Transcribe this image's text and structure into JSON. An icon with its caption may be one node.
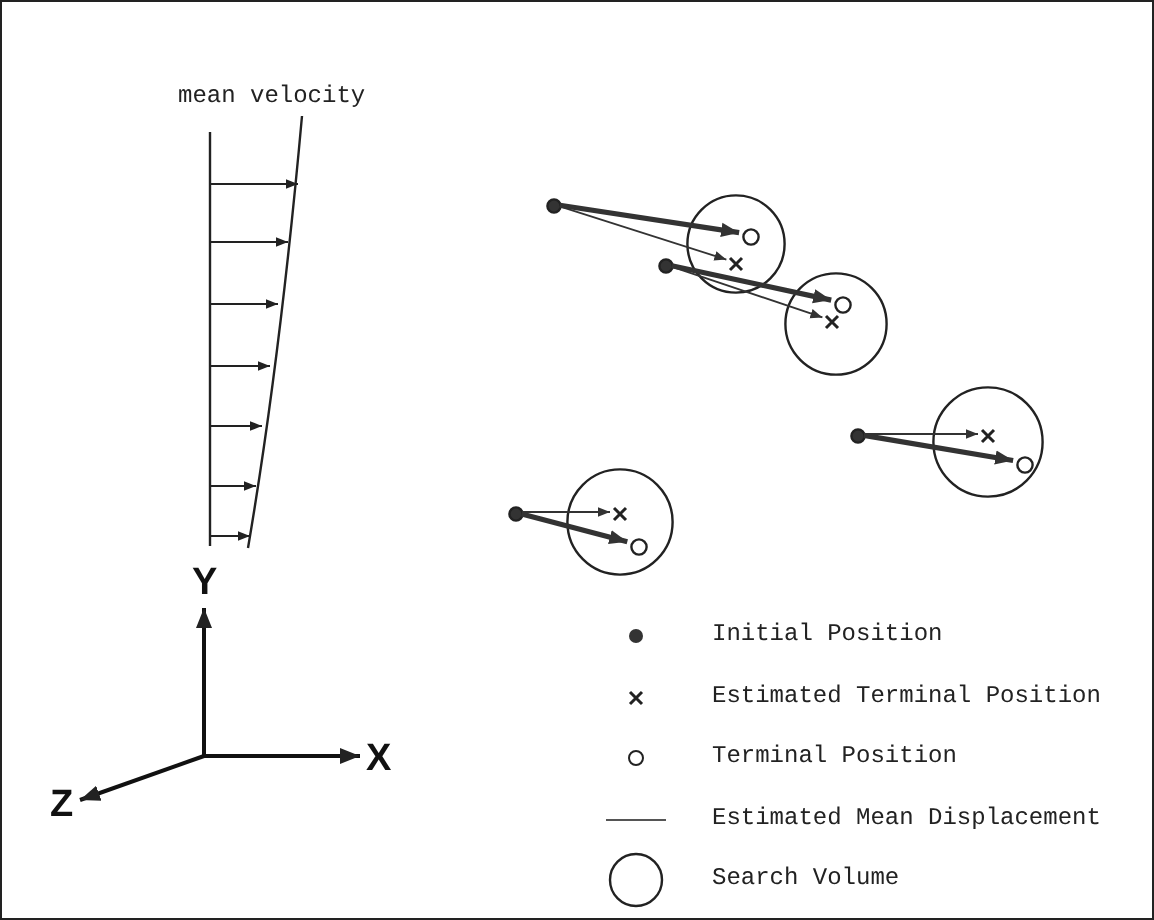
{
  "diagram": {
    "nodes": [
      {
        "text": [],
        "shape": "circle"
      },
      {
        "text": [],
        "shape": "circle"
      },
      {
        "text": [],
        "shape": "cross",
        "in": 1
      },
      {
        "text": [],
        "shape": "circle",
        "in": 1
      },
      {
        "text": [],
        "shape": "circle"
      },
      {
        "text": [],
        "shape": "circle"
      },
      {
        "text": [],
        "shape": "cross",
        "in": 5
      },
      {
        "text": [],
        "shape": "circle",
        "in": 5
      },
      {
        "text": [],
        "shape": "circle"
      },
      {
        "text": [],
        "shape": "circle"
      },
      {
        "text": [],
        "shape": "cross",
        "in": 9
      },
      {
        "text": [],
        "shape": "circle",
        "in": 9
      },
      {
        "text": [],
        "shape": "circle"
      },
      {
        "text": [],
        "shape": "circle"
      },
      {
        "text": [],
        "shape": "cross",
        "in": 13
      },
      {
        "text": [],
        "shape": "circle",
        "in": 13
      }
    ],
    "edges": [
      {
        "from": 0,
        "to": 2,
        "arrow": "to"
      },
      {
        "from": 0,
        "to": 3,
        "arrow": "to",
        "style": "thick"
      },
      {
        "from": 4,
        "to": 6,
        "arrow": "to"
      },
      {
        "from": 4,
        "to": 7,
        "arrow": "to",
        "style": "thick"
      },
      {
        "from": 8,
        "to": 10,
        "arrow": "to"
      },
      {
        "from": 8,
        "to": 11,
        "arrow": "to",
        "style": "thick"
      },
      {
        "from": 12,
        "to": 14,
        "arrow": "to"
      },
      {
        "from": 12,
        "to": 15,
        "arrow": "to",
        "style": "thick"
      }
    ],
    "labels": [
      "mean velocity",
      "Y",
      "X",
      "Z"
    ],
    "legend": [
      {
        "text": "Initial Position"
      },
      {
        "text": "Estimated Terminal Position"
      },
      {
        "text": "Terminal Position"
      },
      {
        "text": "Estimated Mean Displacement"
      },
      {
        "text": "Search Volume"
      }
    ]
  }
}
